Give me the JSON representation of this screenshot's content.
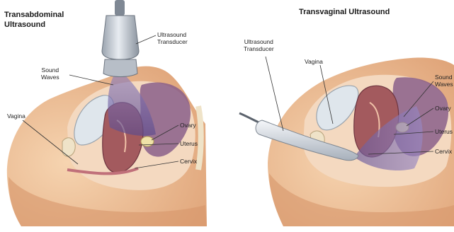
{
  "left_panel": {
    "title_line1": "Transabdominal",
    "title_line2": "Ultrasound",
    "labels": {
      "transducer_line1": "Ultrasound",
      "transducer_line2": "Transducer",
      "waves_line1": "Sound",
      "waves_line2": "Waves",
      "vagina": "Vagina",
      "ovary": "Ovary",
      "uterus": "Uterus",
      "cervix": "Cervix"
    }
  },
  "right_panel": {
    "title": "Transvaginal Ultrasound",
    "labels": {
      "transducer_line1": "Ultrasound",
      "transducer_line2": "Transducer",
      "vagina": "Vagina",
      "waves_line1": "Sound",
      "waves_line2": "Waves",
      "ovary": "Ovary",
      "uterus": "Uterus",
      "cervix": "Cervix"
    }
  },
  "colors": {
    "skin": "#f1c49b",
    "skin_dark": "#d99a6e",
    "tissue": "#9c5a5f",
    "tissue_dark": "#6e3540",
    "waves": "#7d6ea8",
    "probe": "#c9cfd8",
    "bone": "#efe3c8"
  }
}
